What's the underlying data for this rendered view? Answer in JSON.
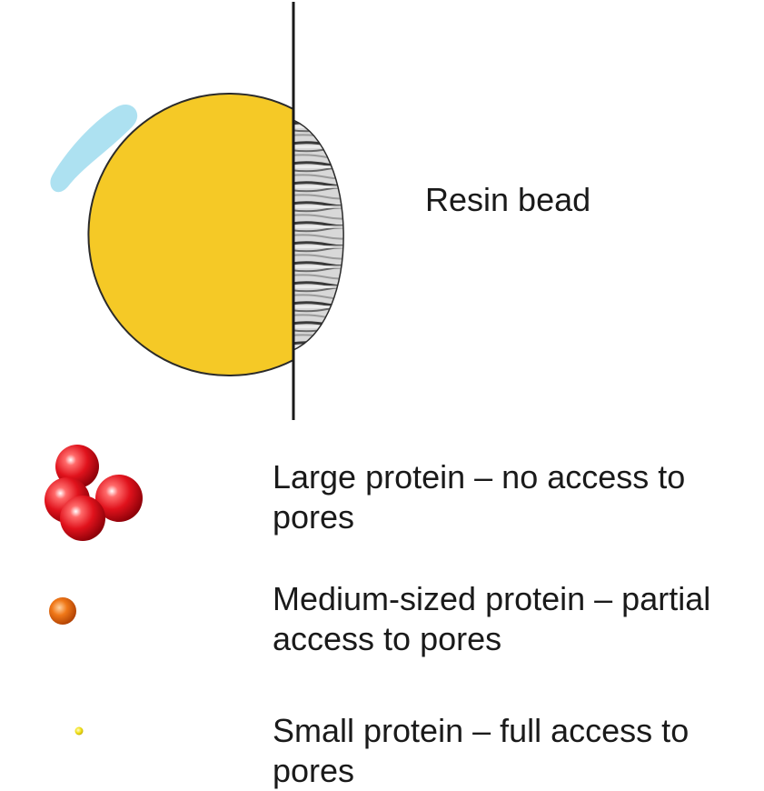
{
  "diagram": {
    "resin_bead": {
      "label": "Resin bead",
      "bead_color": "#f5c926",
      "highlight_color": "#a9dff0",
      "pore_interior": "grayscale-stripes"
    },
    "legend": [
      {
        "id": "large",
        "label": "Large protein – no access to pores",
        "color": "#e0121c",
        "icon": "cluster-of-four-red-spheres"
      },
      {
        "id": "medium",
        "label": "Medium-sized protein – partial access to pores",
        "color": "#f07818",
        "icon": "single-orange-sphere"
      },
      {
        "id": "small",
        "label": "Small protein – full access to pores",
        "color": "#f2e21a",
        "icon": "tiny-yellow-sphere"
      }
    ]
  }
}
